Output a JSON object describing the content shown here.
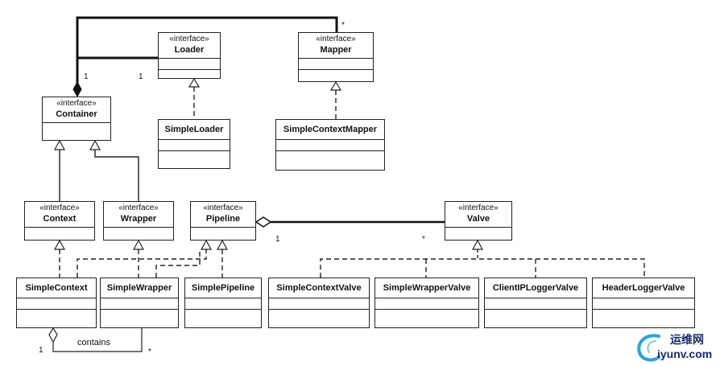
{
  "boxes": {
    "loader": {
      "stereotype": "«interface»",
      "name": "Loader"
    },
    "mapper": {
      "stereotype": "«interface»",
      "name": "Mapper"
    },
    "container": {
      "stereotype": "«interface»",
      "name": "Container"
    },
    "simple_loader": {
      "name": "SimpleLoader"
    },
    "simple_context_mapper": {
      "name": "SimpleContextMapper"
    },
    "context": {
      "stereotype": "«interface»",
      "name": "Context"
    },
    "wrapper": {
      "stereotype": "«interface»",
      "name": "Wrapper"
    },
    "pipeline": {
      "stereotype": "«interface»",
      "name": "Pipeline"
    },
    "valve": {
      "stereotype": "«interface»",
      "name": "Valve"
    },
    "simple_context": {
      "name": "SimpleContext"
    },
    "simple_wrapper": {
      "name": "SimpleWrapper"
    },
    "simple_pipeline": {
      "name": "SimplePipeline"
    },
    "simple_context_valve": {
      "name": "SimpleContextValve"
    },
    "simple_wrapper_valve": {
      "name": "SimpleWrapperValve"
    },
    "client_ip_logger_valve": {
      "name": "ClientIPLoggerValve"
    },
    "header_logger_valve": {
      "name": "HeaderLoggerValve"
    }
  },
  "multiplicities": {
    "container_mapper_1": "1",
    "container_mapper_star": "*",
    "container_loader_1": "1",
    "pipeline_valve_1": "1",
    "pipeline_valve_star": "*",
    "contains_1": "1",
    "contains_star": "*"
  },
  "labels": {
    "contains": "contains"
  },
  "watermark": {
    "cn": "运维网",
    "en": "iyunv.com"
  }
}
